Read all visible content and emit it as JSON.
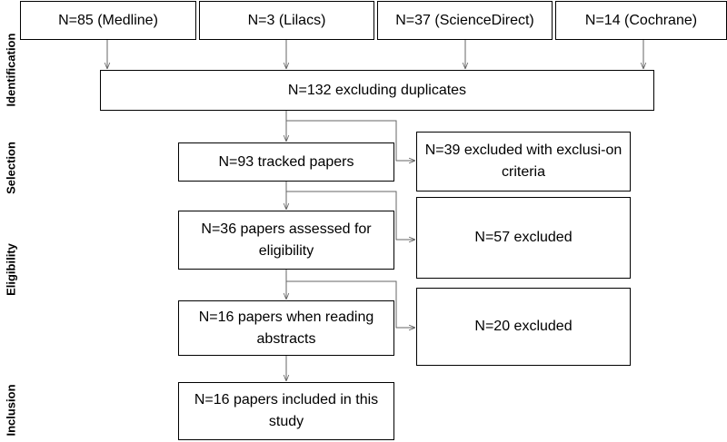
{
  "phases": {
    "identification": "Identification",
    "selection": "Selection",
    "eligibility": "Eligibility",
    "inclusion": "Inclusion"
  },
  "sources": {
    "medline": "N=85 (Medline)",
    "lilacs": "N=3 (Lilacs)",
    "sciencedirect": "N=37 (ScienceDirect)",
    "cochrane": "N=14 (Cochrane)"
  },
  "steps": {
    "deduplicated": "N=132 excluding duplicates",
    "tracked": "N=93 tracked papers",
    "assessed": "N=36 papers assessed for eligibility",
    "abstracts": "N=16 papers when reading abstracts",
    "included": "N=16 papers included in this study"
  },
  "exclusions": {
    "criteria": "N=39 excluded with exclusi-on criteria",
    "eligibility": "N=57 excluded",
    "abstracts": "N=20 excluded"
  },
  "colors": {
    "line": "#666666",
    "border": "#000000"
  }
}
